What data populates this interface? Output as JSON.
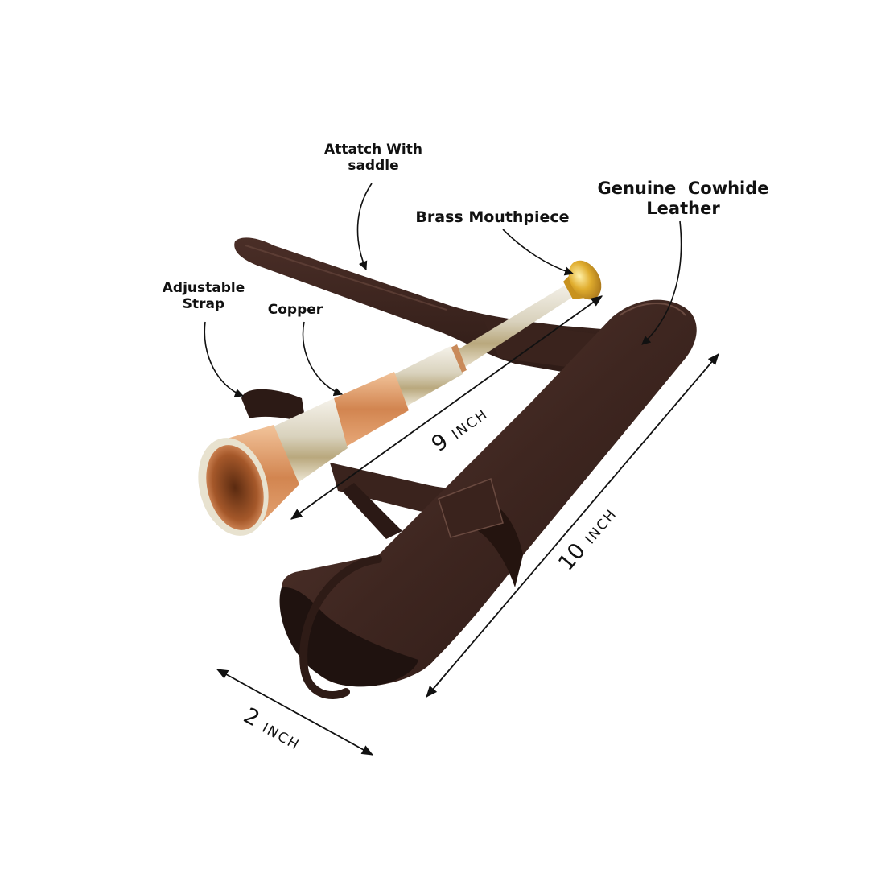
{
  "product": {
    "name": "Brass and copper hunting horn with leather case",
    "colors": {
      "background": "#ffffff",
      "leather": "#3e2620",
      "leather_dark": "#2a1814",
      "leather_highlight": "#5a3a32",
      "nickel": "#e6e2d6",
      "copper": "#d9935f",
      "brass": "#d9a52a",
      "annotation": "#111111"
    }
  },
  "labels": {
    "attach_saddle": {
      "line1": "Attatch With",
      "line2": "saddle"
    },
    "genuine_leather": {
      "line1": "Genuine  Cowhide",
      "line2": "Leather"
    },
    "brass_mouthpiece": "Brass Mouthpiece",
    "adjustable_strap": {
      "line1": "Adjustable",
      "line2": "Strap"
    },
    "copper": "Copper"
  },
  "dimensions": {
    "horn_length": {
      "value": "9",
      "unit": "INCH"
    },
    "case_length": {
      "value": "10",
      "unit": "INCH"
    },
    "case_width": {
      "value": "2",
      "unit": "INCH"
    }
  }
}
